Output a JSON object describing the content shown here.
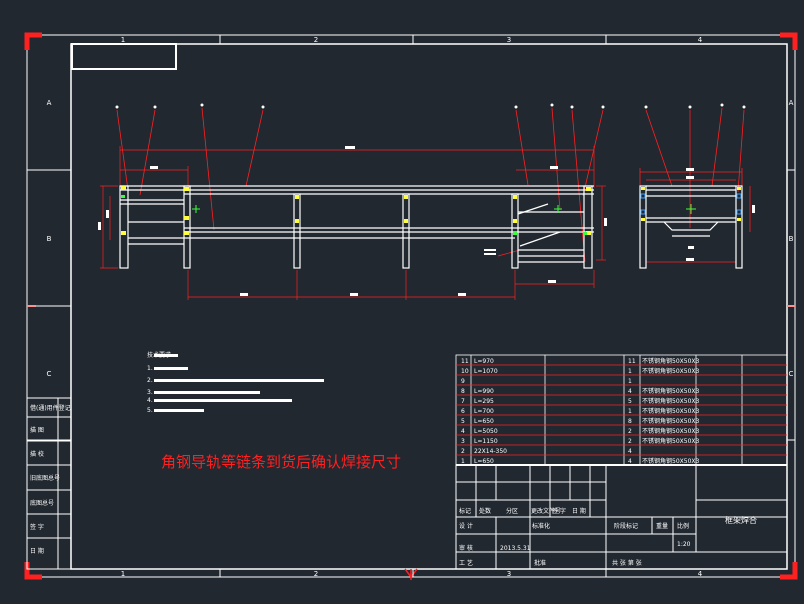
{
  "zone_columns": [
    "1",
    "2",
    "3",
    "4"
  ],
  "zone_rows": [
    "A",
    "B",
    "C"
  ],
  "drawing_number_box": "",
  "warning_note": "角钢导轨等链条到货后确认焊接尺寸",
  "tech_requirements": {
    "title": "技术要求",
    "lines": [
      "1.",
      "2.",
      "3.",
      "4.",
      "5."
    ]
  },
  "left_strip_labels": [
    "借(通)用件登记",
    "描 图",
    "描 校",
    "旧底图总号",
    "底图总号",
    "签 字",
    "日 期"
  ],
  "parts_list": [
    {
      "no": "11",
      "spec": "L=970",
      "name": "",
      "qty": "11",
      "material": "不锈钢角钢50X50X3"
    },
    {
      "no": "10",
      "spec": "L=1070",
      "name": "",
      "qty": "1",
      "material": "不锈钢角钢50X50X3"
    },
    {
      "no": "9",
      "spec": "",
      "name": "",
      "qty": "1",
      "material": ""
    },
    {
      "no": "8",
      "spec": "L=990",
      "name": "",
      "qty": "4",
      "material": "不锈钢角钢50X50X3"
    },
    {
      "no": "7",
      "spec": "L=295",
      "name": "",
      "qty": "5",
      "material": "不锈钢角钢50X50X3"
    },
    {
      "no": "6",
      "spec": "L=700",
      "name": "",
      "qty": "1",
      "material": "不锈钢角钢50X50X3"
    },
    {
      "no": "5",
      "spec": "L=650",
      "name": "",
      "qty": "8",
      "material": "不锈钢角钢50X50X3"
    },
    {
      "no": "4",
      "spec": "L=5050",
      "name": "",
      "qty": "2",
      "material": "不锈钢角钢50X50X3"
    },
    {
      "no": "3",
      "spec": "L=1150",
      "name": "",
      "qty": "2",
      "material": "不锈钢角钢50X50X3"
    },
    {
      "no": "2",
      "spec": "22X14-350",
      "name": "",
      "qty": "4",
      "material": ""
    },
    {
      "no": "1",
      "spec": "L=650",
      "name": "",
      "qty": "4",
      "material": "不锈钢角钢50X50X3"
    }
  ],
  "title_block": {
    "drawing_name": "框架焊合",
    "scale": "1:20",
    "date": "2013.5.31",
    "sheet_info": "共 张 第 张",
    "header_cells": [
      "标记",
      "处数",
      "分区",
      "更改文件号",
      "签 字",
      "日 期"
    ],
    "designer_label": "设 计",
    "standard_label": "标准化",
    "stage_mark_label": "阶段标记",
    "weight_label": "重量",
    "scale_label": "比例",
    "review_label": "审 核",
    "process_label": "工 艺",
    "approve_label": "批准"
  },
  "colors": {
    "background": "#212830",
    "frame": "#ffffff",
    "accent": "#ff2020",
    "steel": "#ffffff",
    "highlight": "#ffff40"
  }
}
